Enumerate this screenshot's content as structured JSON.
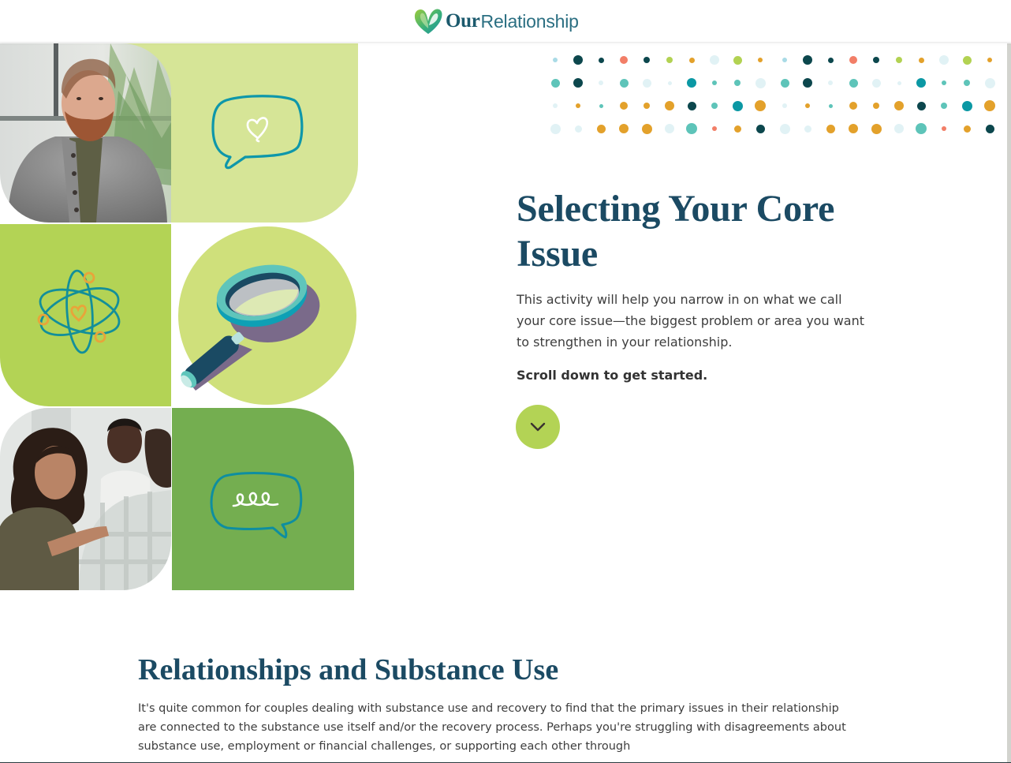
{
  "header": {
    "logo": {
      "icon": "heart-logo-icon",
      "bold": "Our",
      "regular": "Relationship"
    }
  },
  "hero": {
    "title": "Selecting Your Core Issue",
    "description": "This activity will help you narrow in on what we call your core issue—the biggest problem or area you want to strengthen in your relationship.",
    "cta_text": "Scroll down to get started.",
    "scroll_button": {
      "icon": "chevron-down-icon"
    }
  },
  "tiles": [
    {
      "name": "photo-man-cardigan",
      "kind": "photo"
    },
    {
      "name": "speech-bubble-heart",
      "kind": "illustration",
      "icon": "speech-bubble-heart-icon",
      "bg": "#d6e597"
    },
    {
      "name": "atom-heart",
      "kind": "illustration",
      "icon": "atom-heart-icon",
      "bg": "#b3d355"
    },
    {
      "name": "magnifying-glass",
      "kind": "illustration",
      "icon": "magnifying-glass-icon",
      "bg": "#cfe07b"
    },
    {
      "name": "photo-group-support",
      "kind": "photo"
    },
    {
      "name": "speech-bubble-loops",
      "kind": "illustration",
      "icon": "speech-bubble-loops-icon",
      "bg": "#74ae50"
    }
  ],
  "section": {
    "title": "Relationships and Substance Use",
    "body": "It's quite common for couples dealing with substance use and recovery to find that the primary issues in their relationship are connected to the substance use itself and/or the recovery process. Perhaps you're struggling with disagreements about substance use, employment or financial challenges, or supporting each other through"
  },
  "colors": {
    "heading": "#1b4a63",
    "body_text": "#3d3d3d",
    "button_bg": "#b3d355",
    "button_icon": "#3a3230",
    "light_green": "#d6e597",
    "lime": "#b3d355",
    "circle_green": "#cfe07b",
    "grass_green": "#74ae50",
    "teal": "#0e97aa",
    "orange": "#e8a43a"
  },
  "decor": {
    "dots": {
      "palette": {
        "pale": "#e1f2f5",
        "lightblue": "#a9dbe6",
        "dark": "#0c474d",
        "coral": "#f27e67",
        "lime": "#b2d252",
        "orange": "#e3a12b",
        "teal": "#5ec4b9",
        "deepteal": "#0b98a4"
      },
      "columns": [
        704,
        733,
        762,
        791,
        820,
        849,
        877,
        906,
        935,
        964,
        995,
        1024,
        1053,
        1082,
        1111,
        1140,
        1168,
        1197,
        1226,
        1255
      ],
      "rows": [
        76,
        105,
        134,
        163
      ],
      "pattern": [
        [
          [
            6,
            "lightblue"
          ],
          [
            12,
            "dark"
          ],
          [
            7,
            "dark"
          ],
          [
            10,
            "coral"
          ],
          [
            8,
            "dark"
          ],
          [
            8,
            "lime"
          ],
          [
            7,
            "orange"
          ],
          [
            12,
            "pale"
          ],
          [
            11,
            "lime"
          ],
          [
            6,
            "orange"
          ]
        ],
        [
          [
            11,
            "teal"
          ],
          [
            12,
            "dark"
          ],
          [
            6,
            "pale"
          ],
          [
            11,
            "teal"
          ],
          [
            11,
            "pale"
          ],
          [
            5,
            "pale"
          ],
          [
            12,
            "deepteal"
          ],
          [
            6,
            "teal"
          ],
          [
            8,
            "teal"
          ],
          [
            13,
            "pale"
          ]
        ],
        [
          [
            6,
            "pale"
          ],
          [
            6,
            "orange"
          ],
          [
            5,
            "teal"
          ],
          [
            10,
            "orange"
          ],
          [
            8,
            "orange"
          ],
          [
            12,
            "orange"
          ],
          [
            11,
            "dark"
          ],
          [
            8,
            "teal"
          ],
          [
            13,
            "deepteal"
          ],
          [
            14,
            "orange"
          ]
        ],
        [
          [
            13,
            "pale"
          ],
          [
            9,
            "pale"
          ],
          [
            11,
            "orange"
          ],
          [
            12,
            "orange"
          ],
          [
            13,
            "orange"
          ],
          [
            12,
            "pale"
          ],
          [
            14,
            "teal"
          ],
          [
            6,
            "coral"
          ],
          [
            9,
            "orange"
          ],
          [
            11,
            "dark"
          ]
        ]
      ]
    }
  }
}
